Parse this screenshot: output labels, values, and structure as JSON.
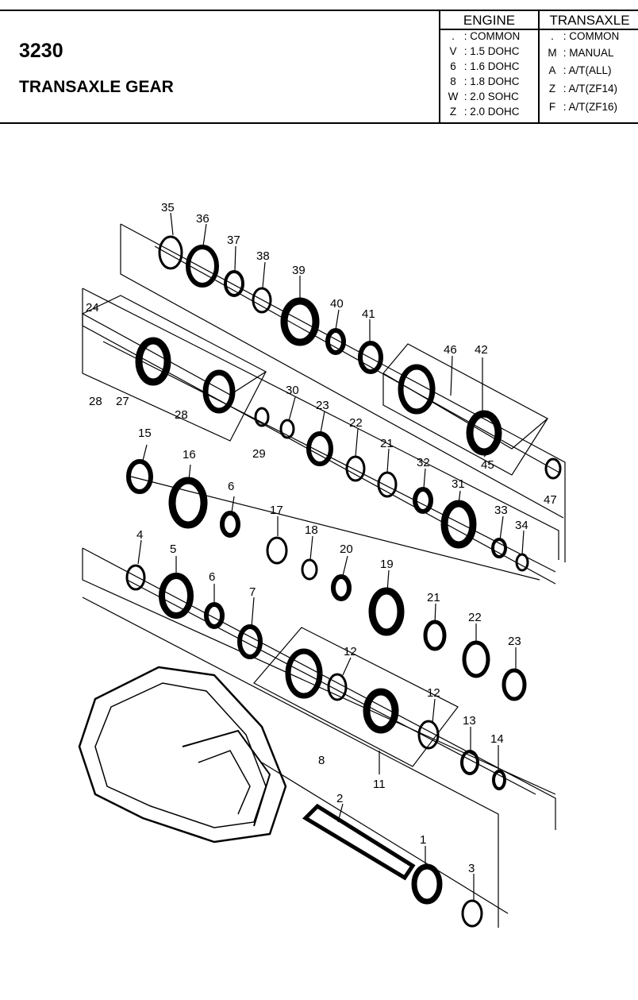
{
  "header": {
    "code": "3230",
    "title": "TRANSAXLE GEAR",
    "engine": {
      "heading": "ENGINE",
      "rows": [
        {
          "code": ".",
          "label": ": COMMON"
        },
        {
          "code": "V",
          "label": ": 1.5 DOHC"
        },
        {
          "code": "6",
          "label": ": 1.6 DOHC"
        },
        {
          "code": "8",
          "label": ": 1.8 DOHC"
        },
        {
          "code": "W",
          "label": ": 2.0 SOHC"
        },
        {
          "code": "Z",
          "label": ": 2.0 DOHC"
        }
      ]
    },
    "transaxle": {
      "heading": "TRANSAXLE",
      "rows": [
        {
          "code": ".",
          "label": ": COMMON"
        },
        {
          "code": "M",
          "label": ": MANUAL"
        },
        {
          "code": "A",
          "label": ": A/T(ALL)"
        },
        {
          "code": "Z",
          "label": ": A/T(ZF14)"
        },
        {
          "code": "F",
          "label": ": A/T(ZF16)"
        }
      ]
    }
  },
  "callouts": [
    "35",
    "36",
    "37",
    "38",
    "39",
    "40",
    "41",
    "24",
    "46",
    "42",
    "28",
    "27",
    "28",
    "30",
    "23",
    "22",
    "29",
    "21",
    "45",
    "47",
    "15",
    "16",
    "6",
    "32",
    "31",
    "17",
    "18",
    "33",
    "34",
    "4",
    "5",
    "20",
    "19",
    "6",
    "7",
    "21",
    "22",
    "23",
    "12",
    "12",
    "13",
    "14",
    "8",
    "11",
    "2",
    "1",
    "3"
  ]
}
